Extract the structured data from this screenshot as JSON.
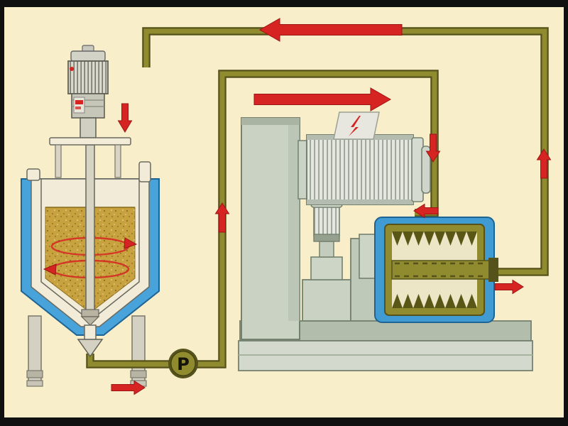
{
  "pump": {
    "label": "P"
  },
  "palette": {
    "background": "#f8eec9",
    "frame": "#101010",
    "pipe": "#8f8b2e",
    "pipe_dark": "#56521b",
    "arrow": "#d62422",
    "tank_jacket": "#48a3da",
    "tank_wall": "#f1ebd8",
    "contents": "#c8a23e",
    "machine_body": "#c9d2c3",
    "machine_shadow": "#b3bdac",
    "machine_outline": "#75816f",
    "metal": "#dfe3dc",
    "chamber_blue": "#3f9bd2",
    "chamber_olive": "#8f8b2e",
    "chamber_teeth": "#5a5616",
    "label": "#14140c"
  },
  "diagram": {
    "type": "process-flow",
    "components": [
      "stirred-mixing-tank",
      "agitator-motor",
      "circulation-pump",
      "mill-stand",
      "mill-motor",
      "milling-chamber"
    ],
    "flow_arrows": [
      {
        "name": "return-line-top",
        "direction": "left",
        "size": "large"
      },
      {
        "name": "feed-line-top",
        "direction": "right",
        "size": "large"
      },
      {
        "name": "tank-inlet",
        "direction": "down",
        "size": "small"
      },
      {
        "name": "pump-riser",
        "direction": "up",
        "size": "small"
      },
      {
        "name": "mill-drop",
        "direction": "down",
        "size": "small"
      },
      {
        "name": "mill-inlet",
        "direction": "left",
        "size": "small"
      },
      {
        "name": "mill-outlet",
        "direction": "right",
        "size": "small"
      },
      {
        "name": "return-riser",
        "direction": "up",
        "size": "small"
      },
      {
        "name": "pump-suction",
        "direction": "right",
        "size": "small"
      },
      {
        "name": "tank-swirl",
        "direction": "circular",
        "size": "small"
      }
    ]
  }
}
